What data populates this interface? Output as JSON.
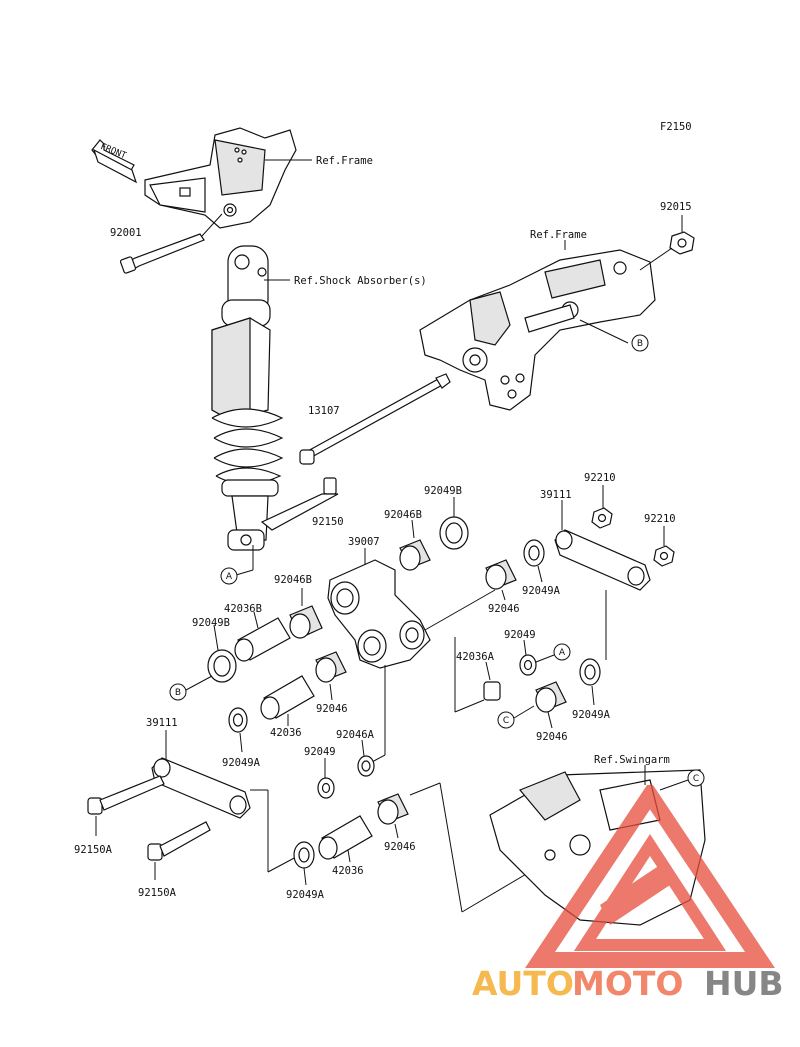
{
  "figure_code": "F2150",
  "front_label": "FRONT",
  "refs": {
    "frame_top": "Ref.Frame",
    "shock": "Ref.Shock Absorber(s)",
    "frame_right": "Ref.Frame",
    "swingarm": "Ref.Swingarm"
  },
  "parts": {
    "p92001": "92001",
    "p92015": "92015",
    "p13107": "13107",
    "p92150": "92150",
    "p92049B_top": "92049B",
    "p92046B_top": "92046B",
    "p39007": "39007",
    "p39111_top": "39111",
    "p92210_a": "92210",
    "p92210_b": "92210",
    "p92046B_mid": "92046B",
    "p42036B": "42036B",
    "p92049B_left": "92049B",
    "p92046_r1": "92046",
    "p92049A_r1": "92049A",
    "p92049_r": "92049",
    "p42036A": "42036A",
    "p92046_c": "92046",
    "p42036_l": "42036",
    "p92049A_l": "92049A",
    "p92046A": "92046A",
    "p92049_m": "92049",
    "p92046_r2": "92046",
    "p92049A_r2": "92049A",
    "p39111_bot": "39111",
    "p92150A_a": "92150A",
    "p92150A_b": "92150A",
    "p42036_b": "42036",
    "p92046_b": "92046",
    "p92049A_b": "92049A"
  },
  "callouts": {
    "a1": "A",
    "a2": "A",
    "b1": "B",
    "b2": "B",
    "c1": "C",
    "c2": "C"
  },
  "watermark": {
    "part1": "AUTO",
    "part2": "MOTO",
    "part3": "HUB",
    "colors": {
      "auto": "#f5b23c",
      "moto": "#f07a5b",
      "hub": "#7a7a7a",
      "triangle": "#e74c3c"
    }
  }
}
